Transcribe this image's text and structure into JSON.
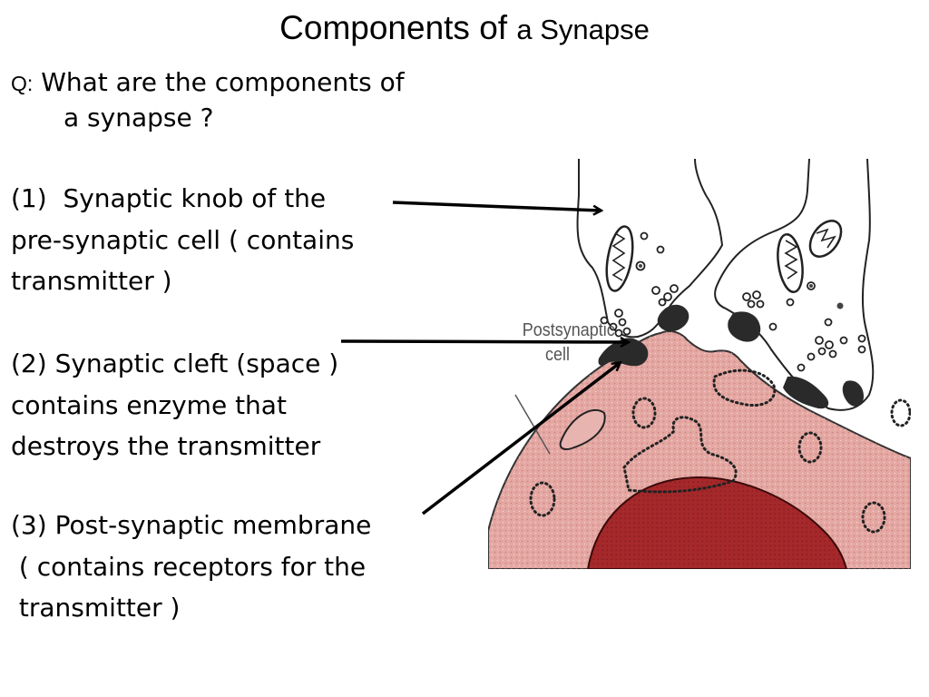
{
  "slide": {
    "title_main": "Components of",
    "title_tail": "a Synapse",
    "question_label": "Q:",
    "question_line1": "What are the components of",
    "question_line2": "a synapse ?",
    "item1": [
      "(1)  Synaptic knob of the",
      "pre-synaptic cell ( contains",
      "transmitter )"
    ],
    "item2": [
      "(2) Synaptic cleft (space )",
      "contains enzyme that",
      "destroys the transmitter"
    ],
    "item3": [
      "(3) Post-synaptic membrane",
      " ( contains receptors for the",
      " transmitter )"
    ]
  },
  "diagram": {
    "label_line1": "Postsynaptic",
    "label_line2": "cell",
    "colors": {
      "cell_fill": "#e4a7a2",
      "nucleus_fill": "#a5282a",
      "knob_fill": "#ffffff",
      "cleft_fill": "#2a2a2a",
      "arrow": "#000000"
    }
  }
}
